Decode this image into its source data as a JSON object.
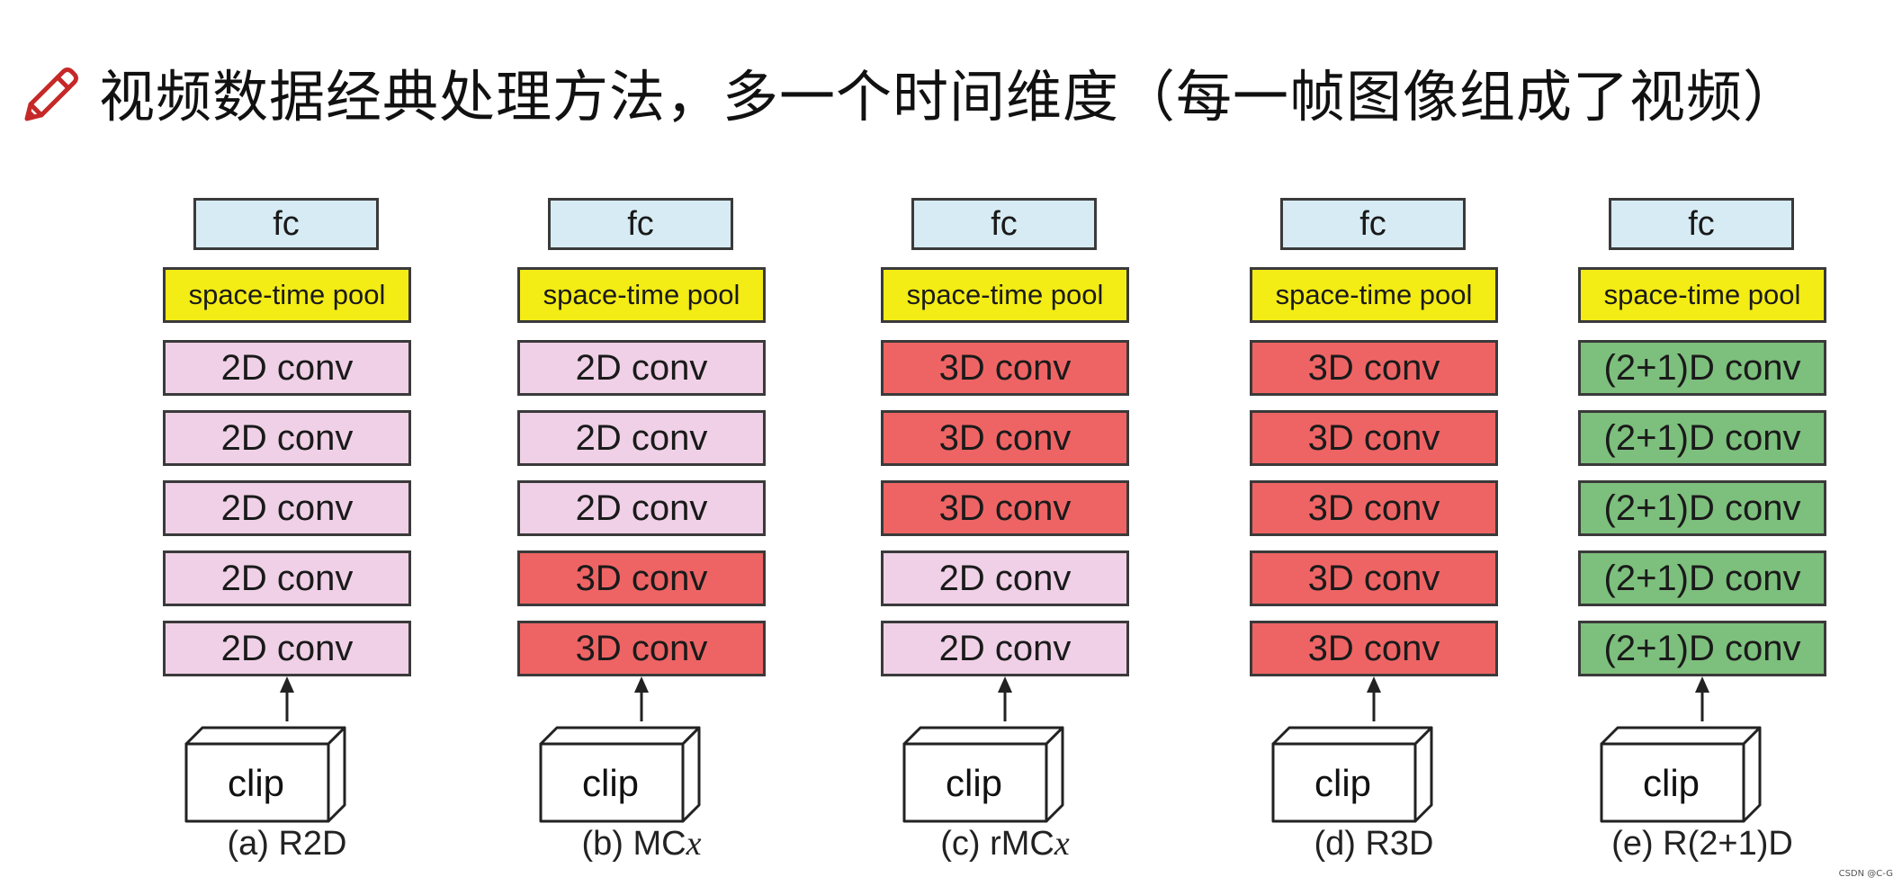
{
  "title": "视频数据经典处理方法，多一个时间维度（每一帧图像组成了视频）",
  "colors": {
    "fc": "#d6ebf3",
    "pool": "#f3ec15",
    "conv2d": "#efd0e6",
    "conv3d": "#ee6464",
    "conv21d": "#7dbf7d",
    "pencil": "#c62828"
  },
  "icons": {
    "title_icon": "pencil-icon"
  },
  "columns": [
    {
      "fc": "fc",
      "pool": "space-time pool",
      "layers": [
        {
          "label": "2D conv",
          "kind": "2d"
        },
        {
          "label": "2D conv",
          "kind": "2d"
        },
        {
          "label": "2D conv",
          "kind": "2d"
        },
        {
          "label": "2D conv",
          "kind": "2d"
        },
        {
          "label": "2D conv",
          "kind": "2d"
        }
      ],
      "input": "clip",
      "caption_prefix": "(a) R2D",
      "caption_italic": ""
    },
    {
      "fc": "fc",
      "pool": "space-time pool",
      "layers": [
        {
          "label": "2D conv",
          "kind": "2d"
        },
        {
          "label": "2D conv",
          "kind": "2d"
        },
        {
          "label": "2D conv",
          "kind": "2d"
        },
        {
          "label": "3D conv",
          "kind": "3d"
        },
        {
          "label": "3D conv",
          "kind": "3d"
        }
      ],
      "input": "clip",
      "caption_prefix": "(b) MC",
      "caption_italic": "x"
    },
    {
      "fc": "fc",
      "pool": "space-time pool",
      "layers": [
        {
          "label": "3D conv",
          "kind": "3d"
        },
        {
          "label": "3D conv",
          "kind": "3d"
        },
        {
          "label": "3D conv",
          "kind": "3d"
        },
        {
          "label": "2D conv",
          "kind": "2d"
        },
        {
          "label": "2D conv",
          "kind": "2d"
        }
      ],
      "input": "clip",
      "caption_prefix": "(c) rMC",
      "caption_italic": "x"
    },
    {
      "fc": "fc",
      "pool": "space-time pool",
      "layers": [
        {
          "label": "3D conv",
          "kind": "3d"
        },
        {
          "label": "3D conv",
          "kind": "3d"
        },
        {
          "label": "3D conv",
          "kind": "3d"
        },
        {
          "label": "3D conv",
          "kind": "3d"
        },
        {
          "label": "3D conv",
          "kind": "3d"
        }
      ],
      "input": "clip",
      "caption_prefix": "(d) R3D",
      "caption_italic": ""
    },
    {
      "fc": "fc",
      "pool": "space-time pool",
      "layers": [
        {
          "label": "(2+1)D conv",
          "kind": "21d"
        },
        {
          "label": "(2+1)D conv",
          "kind": "21d"
        },
        {
          "label": "(2+1)D conv",
          "kind": "21d"
        },
        {
          "label": "(2+1)D conv",
          "kind": "21d"
        },
        {
          "label": "(2+1)D conv",
          "kind": "21d"
        }
      ],
      "input": "clip",
      "caption_prefix": "(e) R(2+1)D",
      "caption_italic": ""
    }
  ],
  "watermark": "CSDN @C-G"
}
